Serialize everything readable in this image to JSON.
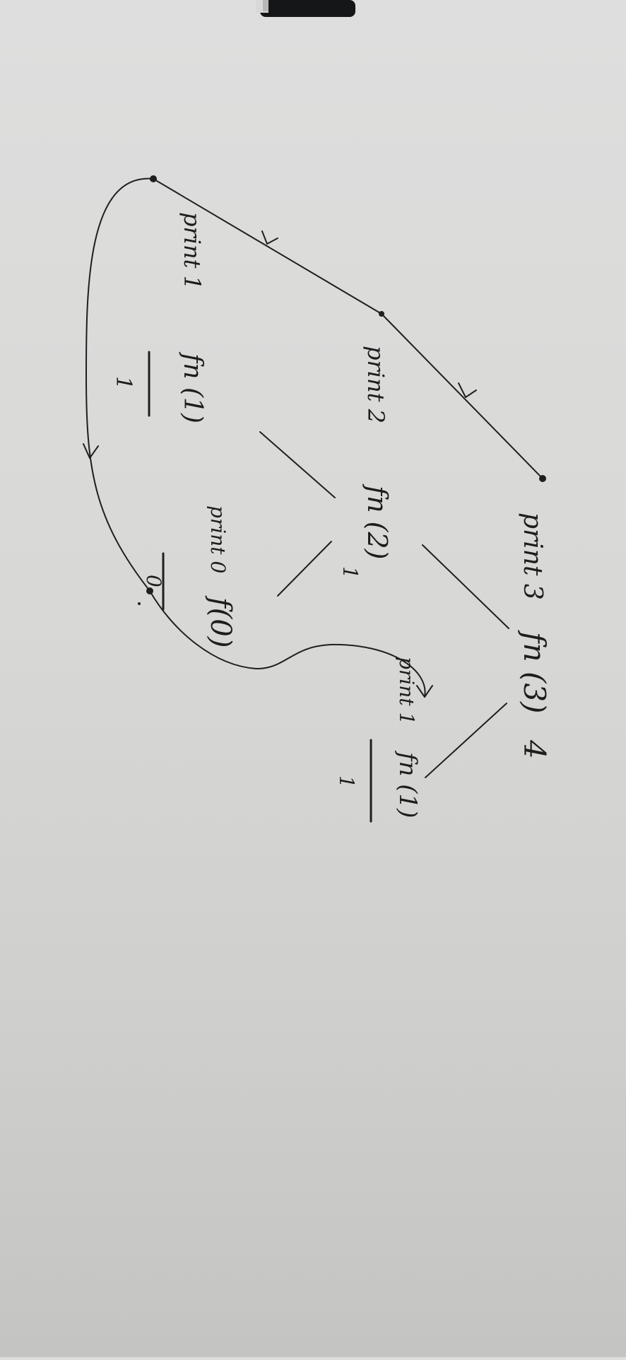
{
  "diagram": {
    "nodes": [
      {
        "id": "fn3",
        "print_label": "print 3",
        "call_label": "fn (3)",
        "extra": "4",
        "value": ""
      },
      {
        "id": "fn2",
        "print_label": "print 2",
        "call_label": "fn (2)",
        "extra": "",
        "value": "1"
      },
      {
        "id": "fn1_right",
        "print_label": "print 1",
        "call_label": "fn (1)",
        "extra": "",
        "value": "1"
      },
      {
        "id": "fn1_left",
        "print_label": "print 1",
        "call_label": "fn (1)",
        "extra": "",
        "value": "1"
      },
      {
        "id": "f0",
        "print_label": "print 0",
        "call_label": "f(0)",
        "extra": "",
        "value": "0"
      }
    ]
  }
}
